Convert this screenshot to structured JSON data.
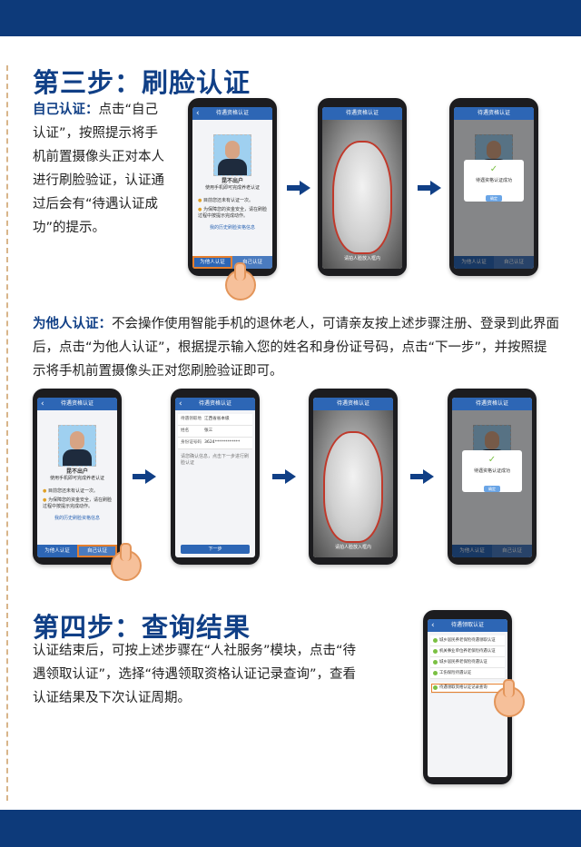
{
  "step3": {
    "title": "第三步：刷脸认证",
    "self_label": "自己认证：",
    "self_text": "点击“自己认证”，按照提示将手机前置摄像头正对本人进行刷脸验证，认证通过后会有“待遇认证成功”的提示。",
    "other_label": "为他人认证：",
    "other_text": "不会操作使用智能手机的退休老人，可请亲友按上述步骤注册、登录到此界面后，点击“为他人认证”，根据提示输入您的姓名和身份证号码，点击“下一步”，并按照提示将手机前置摄像头正对您刷脸验证即可。"
  },
  "step4": {
    "title": "第四步：查询结果",
    "text": "认证结束后，可按上述步骤在“人社服务”模块，点击“待遇领取认证”，选择“待遇领取资格认证记录查询”，查看认证结果及下次认证周期。"
  },
  "phone_ui": {
    "header": "待遇资格认证",
    "name": "昆不出户",
    "subtitle": "使用手机即可完成养老认证",
    "note1": "目前您还未有认证一次。",
    "note2": "为保障您的资金安全，请在刷脸过程中按提示完成动作。",
    "link": "我的历史刷脸资格信息",
    "btn_other": "为他人认证",
    "btn_self": "自己认证",
    "camera_hint": "请拍人脸放入框内",
    "success_msg": "待遇资格认证成功",
    "ok": "确定",
    "form_header": "待遇资格认证",
    "form_rows": [
      {
        "k": "待遇领取地",
        "v": "江西省省本级"
      },
      {
        "k": "姓名",
        "v": "张三"
      },
      {
        "k": "身份证号码",
        "v": "3624************"
      }
    ],
    "form_note": "请您确认信息，点击下一步进行刷脸认证",
    "next": "下一步",
    "query_header": "待遇领取认证",
    "query_items": [
      "城乡居民养老保险待遇领取认证",
      "机关事业单位养老保险待遇认证",
      "城乡居民养老保险待遇认证",
      "工伤保险待遇认证",
      "待遇领取资格认证记录查询"
    ]
  }
}
